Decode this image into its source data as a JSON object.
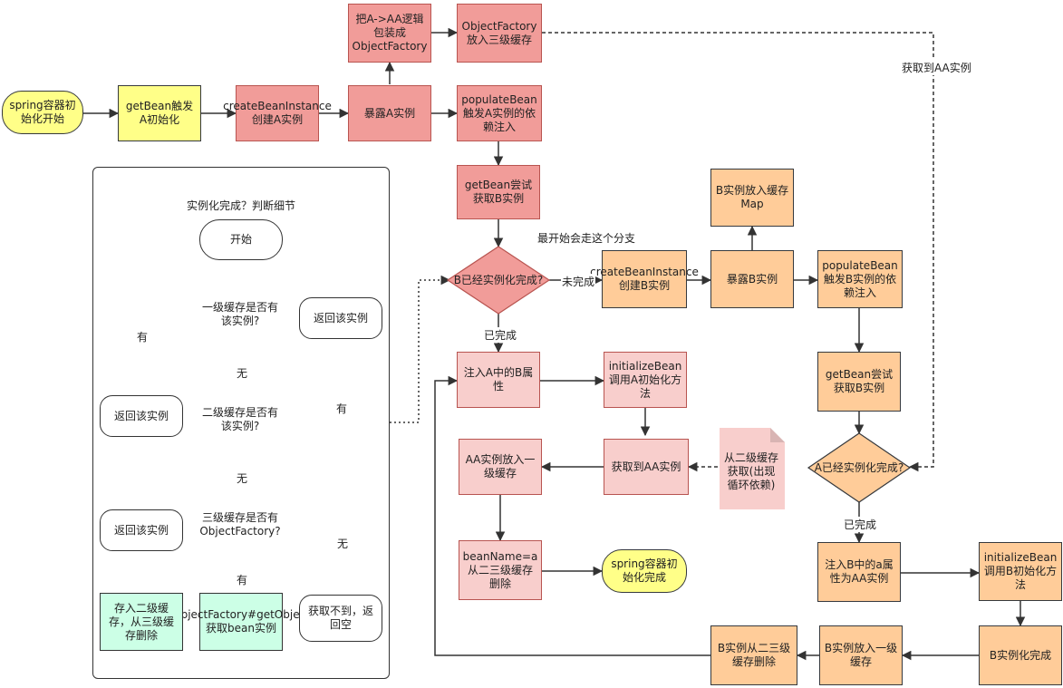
{
  "nodes": {
    "start": "spring容器初始化开始",
    "getbean_a": "getBean触发A初始化",
    "create_a": "createBeanInstance创建A实例",
    "expose_a": "暴露A实例",
    "wrap_a": "把A->AA逻辑包装成ObjectFactory",
    "factory_l3": "ObjectFactory放入三级缓存",
    "populate_a": "populateBean触发A实例的依赖注入",
    "getbean_try_b": "getBean尝试获取B实例",
    "b_done_q": "B已经实例化完成?",
    "create_b": "createBeanInstance创建B实例",
    "expose_b": "暴露B实例",
    "b_to_map": "B实例放入缓存Map",
    "populate_b": "populateBean触发B实例的依赖注入",
    "getbean_try_a": "getBean尝试获取B实例",
    "a_done_q": "A已经实例化完成?",
    "inject_a_to_b": "注入B中的a属性为AA实例",
    "init_b": "initializeBean调用B初始化方法",
    "b_complete": "B实例化完成",
    "b_to_l1": "B实例放入一级缓存",
    "b_remove": "B实例从二三级缓存删除",
    "inject_b_to_a": "注入A中的B属性",
    "init_a": "initializeBean调用A初始化方法",
    "get_aa": "获取到AA实例",
    "aa_to_l1": "AA实例放入一级缓存",
    "remove_a": "beanName=a从二三级缓存删除",
    "end": "spring容器初始化完成",
    "note": "从二级缓存获取(出现循环依赖)"
  },
  "labels": {
    "get_aa_top": "获取到AA实例",
    "first_branch": "最开始会走这个分支",
    "not_done": "未完成",
    "done_b": "已完成",
    "done_a": "已完成"
  },
  "panel": {
    "title": "实例化完成？判断细节",
    "start": "开始",
    "l1_q": "一级缓存是否有该实例?",
    "l2_q": "二级缓存是否有该实例?",
    "l3_q": "三级缓存是否有ObjectFactory?",
    "return1": "返回该实例",
    "return2": "返回该实例",
    "return3": "返回该实例",
    "get_object": "ObjectFactory#getObject获取bean实例",
    "save_l2": "存入二级缓存，从三级缓存删除",
    "not_found": "获取不到，返回空",
    "yes1": "有",
    "no1": "无",
    "yes2": "有",
    "no2": "无",
    "yes3": "有",
    "no3": "无"
  },
  "colors": {
    "red": "#f19c99",
    "pink": "#f8cecc",
    "orange": "#ffcc99",
    "yellow": "#ffff88",
    "green": "#ccffe6"
  }
}
